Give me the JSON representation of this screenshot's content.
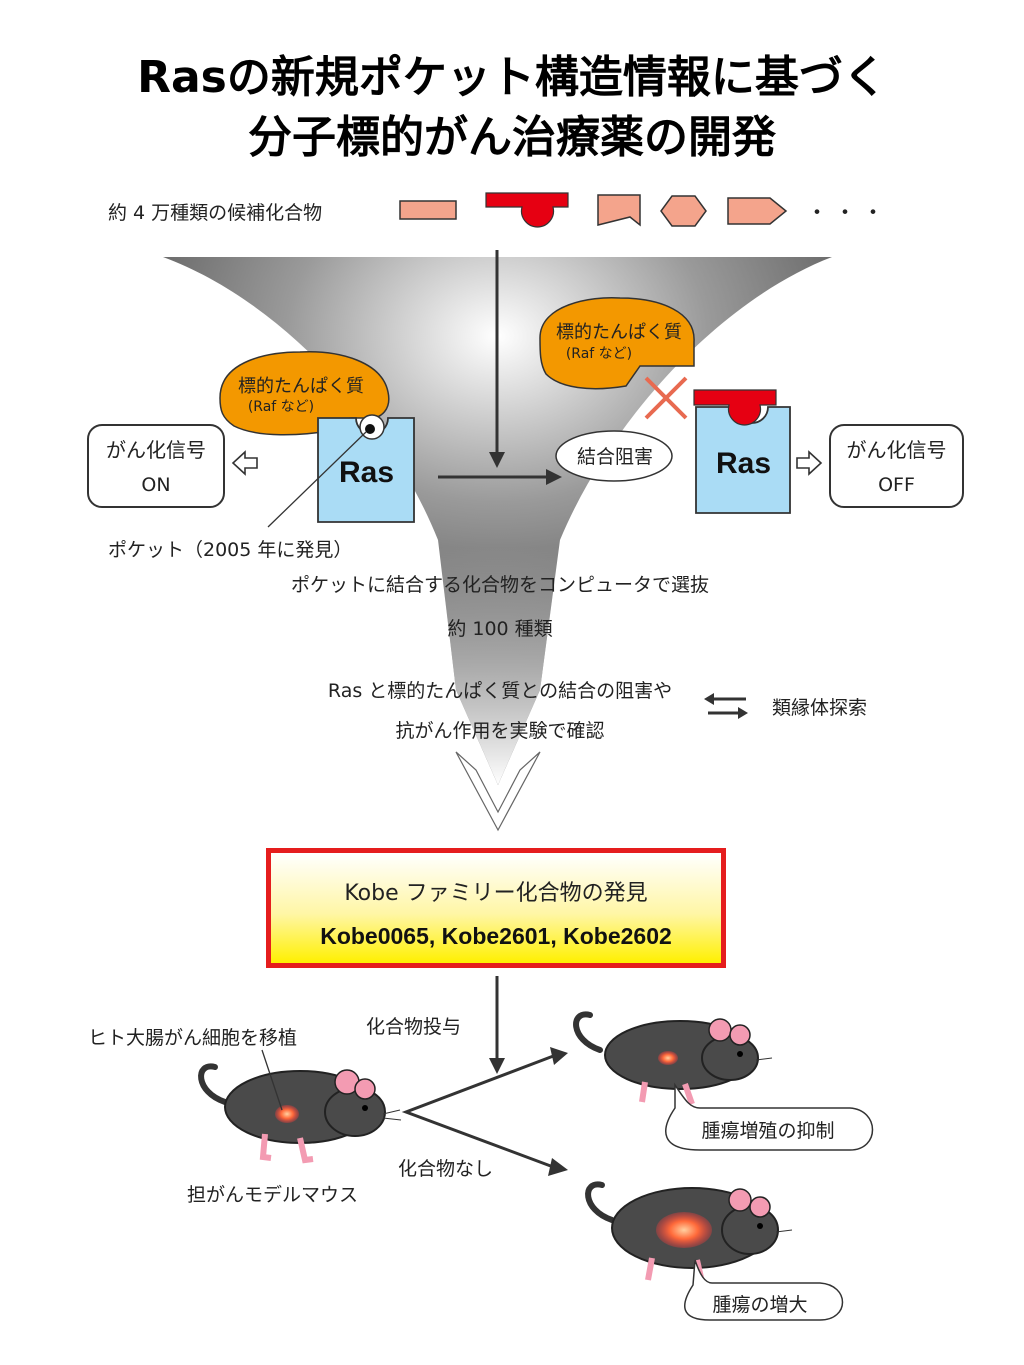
{
  "title": {
    "line1": "Rasの新規ポケット構造情報に基づく",
    "line2": "分子標的がん治療薬の開発"
  },
  "candidates": {
    "label": "約 4 万種類の候補化合物",
    "dots": "・・・"
  },
  "target_protein_left": {
    "name": "標的たんぱく質",
    "example": "(Raf など)"
  },
  "target_protein_right": {
    "name": "標的たんぱく質",
    "example": "(Raf など)"
  },
  "ras_left": "Ras",
  "ras_right": "Ras",
  "signal_on": {
    "line1": "がん化信号",
    "line2": "ON"
  },
  "signal_off": {
    "line1": "がん化信号",
    "line2": "OFF"
  },
  "binding_inhibition": "結合阻害",
  "pocket_note": "ポケット（2005 年に発見）",
  "step_screening": "ポケットに結合する化合物をコンピュータで選抜",
  "step_count": "約 100 種類",
  "step_experiment": {
    "line1": "Ras と標的たんぱく質との結合の阻害や",
    "line2": "抗がん作用を実験で確認"
  },
  "analog_search": "類縁体探索",
  "kobe_box": {
    "line1": "Kobe ファミリー化合物の発見",
    "line2": "Kobe0065, Kobe2601, Kobe2602"
  },
  "mouse_section": {
    "transplant": "ヒト大腸がん細胞を移植",
    "model_mouse": "担がんモデルマウス",
    "dosed": "化合物投与",
    "not_dosed": "化合物なし",
    "result_suppression": "腫瘍増殖の抑制",
    "result_growth": "腫瘍の増大"
  },
  "colors": {
    "orange": "#f39800",
    "salmon": "#f4a48c",
    "red": "#e60012",
    "ras_blue": "#aadcf5",
    "kobe_border": "#e51d1d",
    "kobe_fill": "#fff000"
  }
}
